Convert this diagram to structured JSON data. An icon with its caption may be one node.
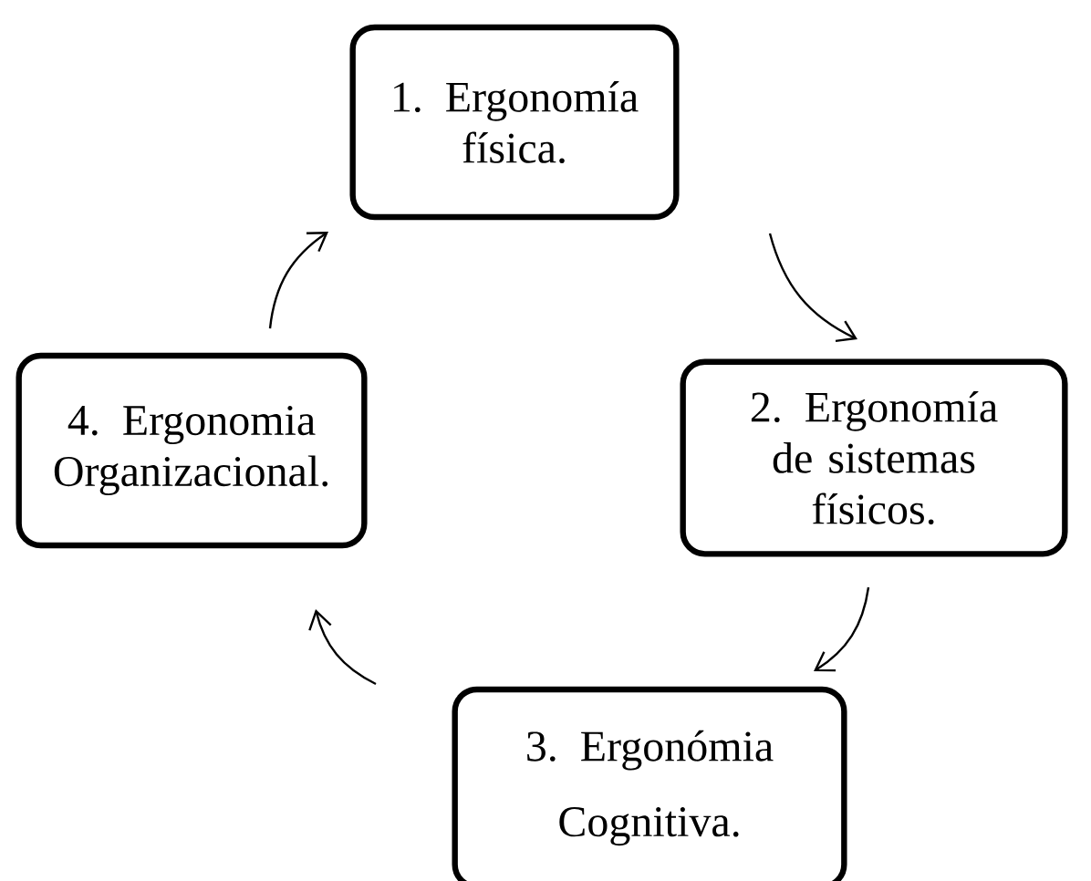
{
  "diagram": {
    "nodes": [
      {
        "text": [
          "1. Ergonomía física."
        ]
      },
      {
        "text": [
          "2. Ergonomía de sistemas físicos."
        ]
      },
      {
        "text": [
          "3. Ergonómia Cognitiva."
        ]
      },
      {
        "text": [
          "4. Ergonomia Organizacional."
        ]
      }
    ],
    "edges": [
      {
        "from": 0,
        "to": 1,
        "arrow": "to"
      },
      {
        "from": 1,
        "to": 2,
        "arrow": "to"
      },
      {
        "from": 2,
        "to": 3,
        "arrow": "to"
      },
      {
        "from": 3,
        "to": 0,
        "arrow": "to"
      }
    ]
  }
}
